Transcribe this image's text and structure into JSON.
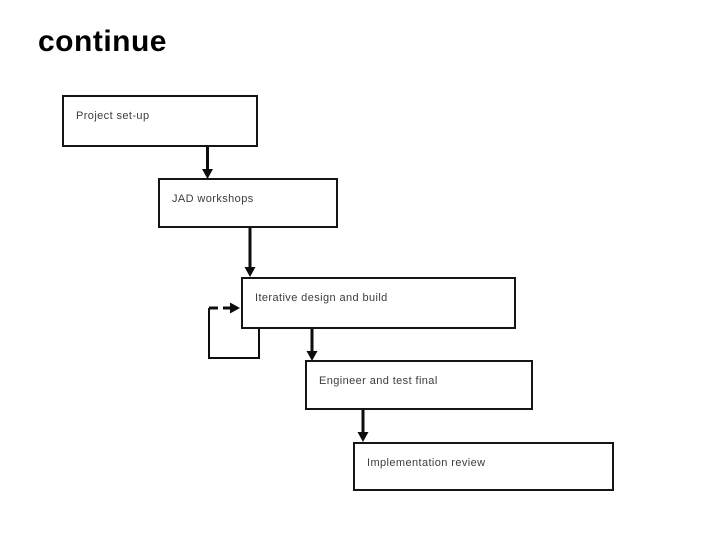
{
  "slide": {
    "title": "continue"
  },
  "diagram": {
    "type": "flowchart",
    "boxes": [
      {
        "id": "project-set-up",
        "label": "Project set-up"
      },
      {
        "id": "jad-workshops",
        "label": "JAD workshops"
      },
      {
        "id": "iterative-design-and-build",
        "label": "Iterative design and build"
      },
      {
        "id": "engineer-and-test-final",
        "label": "Engineer and test final"
      },
      {
        "id": "implementation-review",
        "label": "Implementation review"
      }
    ],
    "connections": [
      {
        "from": "project-set-up",
        "to": "jad-workshops",
        "style": "solid-arrow"
      },
      {
        "from": "jad-workshops",
        "to": "iterative-design-and-build",
        "style": "solid-arrow"
      },
      {
        "from": "iterative-design-and-build",
        "to": "engineer-and-test-final",
        "style": "solid-arrow"
      },
      {
        "from": "engineer-and-test-final",
        "to": "implementation-review",
        "style": "solid-arrow"
      },
      {
        "from": "iterative-design-and-build",
        "to": "iterative-design-and-build",
        "style": "dashed-arrow",
        "note": "iteration feedback loop"
      }
    ],
    "colors": {
      "ink": "#0d0d0d",
      "box_border": "#151515",
      "label_text": "#3c3c3c",
      "background": "#ffffff"
    }
  }
}
